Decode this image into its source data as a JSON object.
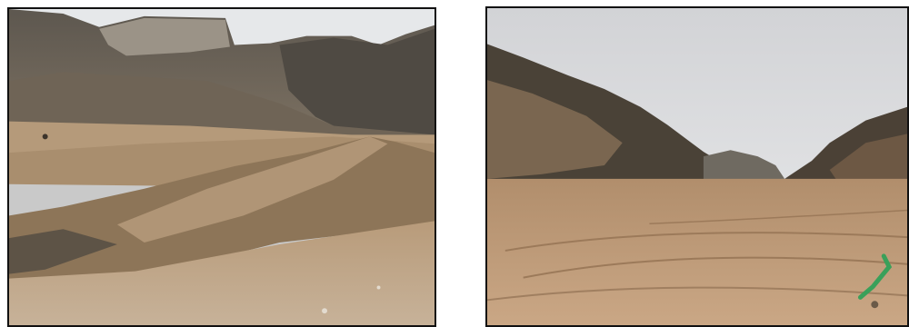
{
  "photos": [
    {
      "id": "left",
      "scene": "terraced-dirt-mound-below-rocky-hills",
      "colors": {
        "sky": "#e6e8ea",
        "rock_dark": "#4e4a44",
        "rock_mid": "#7a6f62",
        "soil_light": "#c2a98a",
        "soil_mid": "#a98d6d",
        "soil_dark": "#6e5a45"
      }
    },
    {
      "id": "right",
      "scene": "flat-graded-valley-floor-between-hills",
      "colors": {
        "sky": "#d7d8da",
        "hill_dark": "#3f3a32",
        "hill_mid": "#6b5a45",
        "ground_light": "#c9a683",
        "ground_mid": "#b18e6c",
        "pipe": "#3aa05a"
      }
    }
  ]
}
